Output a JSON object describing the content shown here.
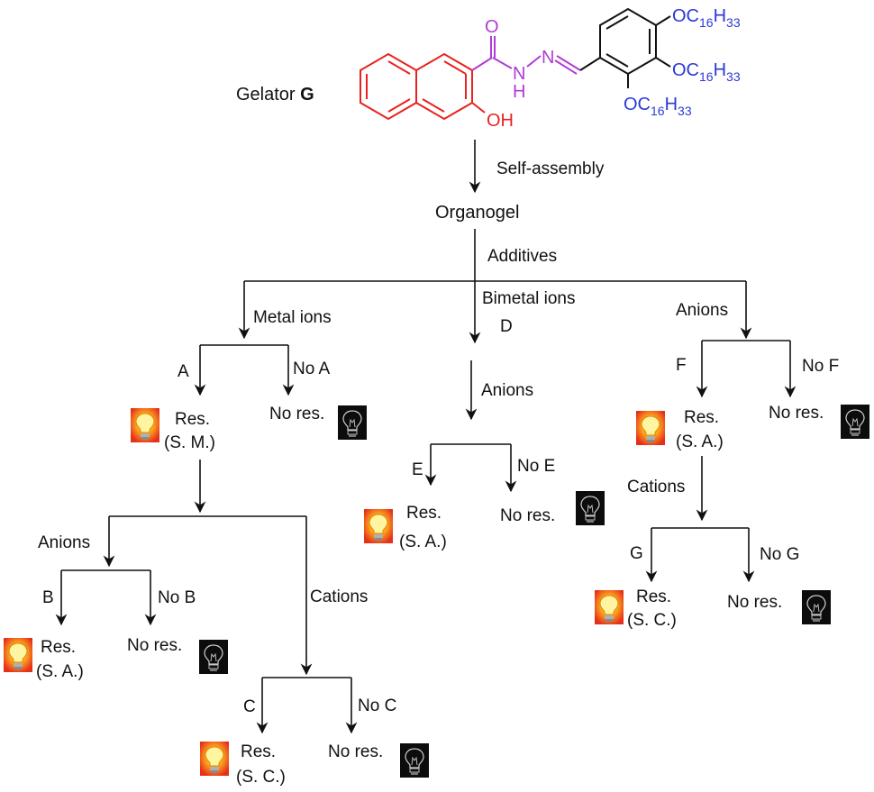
{
  "title_prefix": "Gelator",
  "title_bold": "G",
  "molecule": {
    "oh": "OH",
    "o": "O",
    "n": "N",
    "h": "H",
    "n2": "N",
    "oc_o": "OC",
    "oc_sub": "16",
    "oc_h": "H",
    "oc_sub2": "33",
    "colors": {
      "naphthol": "#e8231f",
      "hydrazone": "#b13bd6",
      "alkoxy": "#2a39d8"
    }
  },
  "steps": {
    "self_assembly": "Self-assembly",
    "organogel": "Organogel",
    "additives": "Additives"
  },
  "branches": {
    "metal_ions": "Metal ions",
    "bimetal_ions": "Bimetal ions",
    "d": "D",
    "anions_right": "Anions",
    "anions_mid": "Anions",
    "anions_left": "Anions",
    "cations_left": "Cations",
    "cations_right": "Cations"
  },
  "nodes": {
    "A": "A",
    "noA": "No A",
    "B": "B",
    "noB": "No B",
    "C": "C",
    "noC": "No C",
    "E": "E",
    "noE": "No E",
    "F": "F",
    "noF": "No F",
    "G": "G",
    "noG": "No G",
    "res": "Res.",
    "no_res": "No res.",
    "sm": "(S. M.)",
    "sa": "(S. A.)",
    "sc": "(S. C.)"
  },
  "icons": {
    "on": "bulb-lit-icon",
    "off": "bulb-off-icon"
  }
}
